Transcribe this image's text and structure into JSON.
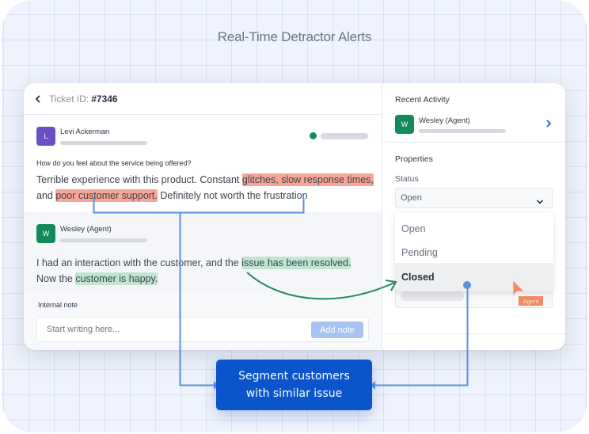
{
  "headline": "Real-Time Detractor Alerts",
  "ticket": {
    "label": "Ticket ID:",
    "id": "#7346",
    "back_icon": "chevron-left-icon"
  },
  "customer_message": {
    "avatar_initial": "L",
    "avatar_color": "#6a4fc4",
    "name": "Levi Ackerman",
    "status_color": "#138a5a",
    "question": "How do you feel about the service being offered?",
    "segments": [
      {
        "text": "Terrible experience with this product. Constant ",
        "highlight": "none"
      },
      {
        "text": "glitches, slow response times,",
        "highlight": "negative"
      },
      {
        "text": " and ",
        "highlight": "none"
      },
      {
        "text": "poor customer support.",
        "highlight": "negative"
      },
      {
        "text": " Definitely not worth the frustration",
        "highlight": "none"
      }
    ],
    "line1_plain": "Terrible experience with this product. Constant ",
    "line1_hl": "glitches, slow response times,",
    "line2_plain_a": "and ",
    "line2_hl": "poor customer support.",
    "line2_plain_b": " Definitely not worth the frustration"
  },
  "agent_message": {
    "avatar_initial": "W",
    "avatar_color": "#138a5a",
    "name": "Wesley (Agent)",
    "line1_plain": "I had an interaction with the customer, and the ",
    "line1_hl": "issue has been resolved.",
    "line2_plain": "Now the ",
    "line2_hl": "customer is happy."
  },
  "internal_note": {
    "label": "Internal note",
    "placeholder": "Start writing here...",
    "add_button": "Add note"
  },
  "recent_activity": {
    "title": "Recent Activity",
    "avatar_initial": "W",
    "name": "Wesley (Agent)",
    "chevron_icon": "chevron-right-icon"
  },
  "properties": {
    "title": "Properties",
    "status_label": "Status",
    "status_value": "Open",
    "options": [
      "Open",
      "Pending",
      "Closed"
    ],
    "highlighted_option": "Closed",
    "cursor_tag": "Agent"
  },
  "callout": {
    "line1": "Segment customers",
    "line2": "with similar issue",
    "color": "#0a55cc"
  },
  "colors": {
    "negative_highlight": "#f7a596",
    "positive_highlight": "#bfe6d2",
    "connector": "#5b8fe0",
    "arrow": "#1d8a5a",
    "cursor": "#f08a64"
  }
}
